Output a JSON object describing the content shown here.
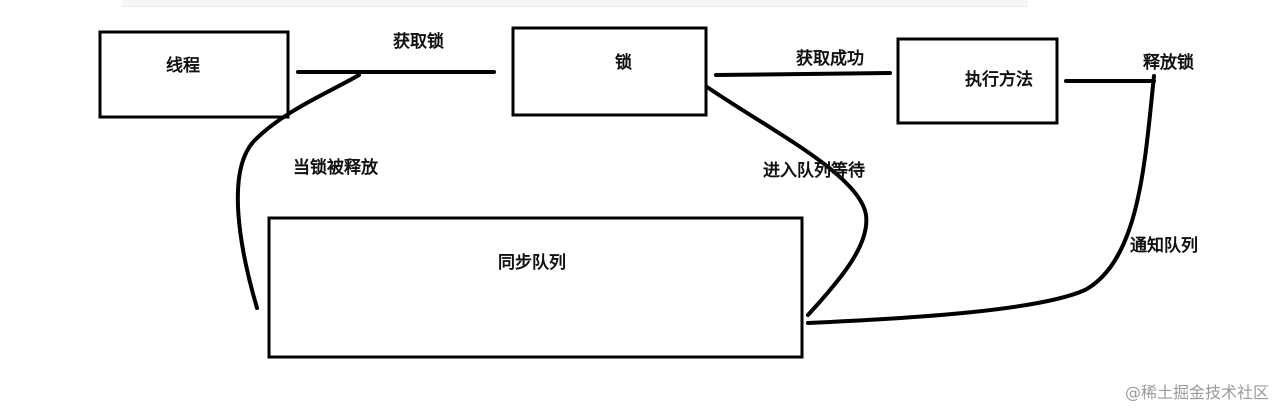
{
  "nodes": {
    "thread": "线程",
    "lock": "锁",
    "execute": "执行方法",
    "sync_queue": "同步队列"
  },
  "edges": {
    "acquire_lock": "获取锁",
    "acquire_success": "获取成功",
    "release_lock": "释放锁",
    "when_released": "当锁被释放",
    "enter_queue_wait": "进入队列等待",
    "notify_queue": "通知队列"
  },
  "watermark": "@稀土掘金技术社区",
  "colors": {
    "stroke": "#000000",
    "text": "#111111",
    "watermark": "#9a9a9a"
  }
}
